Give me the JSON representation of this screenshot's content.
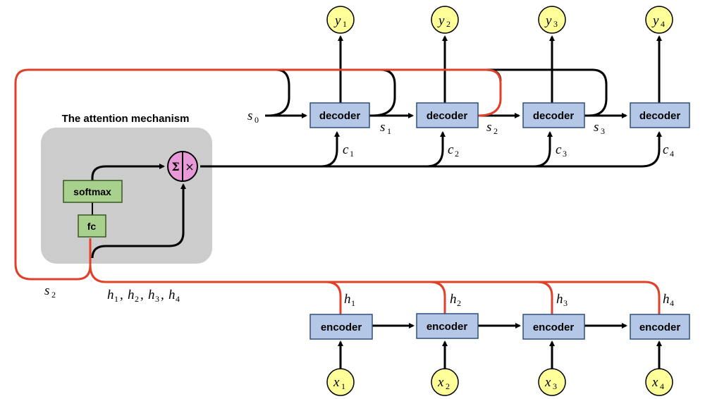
{
  "attention_title": "The attention mechanism",
  "blocks": {
    "decoder": "decoder",
    "encoder": "encoder",
    "softmax": "softmax",
    "fc": "fc"
  },
  "combine": {
    "sum": "Σ",
    "times": "×"
  },
  "outputs": [
    {
      "sym": "y",
      "sub": "1"
    },
    {
      "sym": "y",
      "sub": "2"
    },
    {
      "sym": "y",
      "sub": "3"
    },
    {
      "sym": "y",
      "sub": "4"
    }
  ],
  "inputs": [
    {
      "sym": "x",
      "sub": "1"
    },
    {
      "sym": "x",
      "sub": "2"
    },
    {
      "sym": "x",
      "sub": "3"
    },
    {
      "sym": "x",
      "sub": "4"
    }
  ],
  "states": [
    {
      "sym": "s",
      "sub": "0"
    },
    {
      "sym": "s",
      "sub": "1"
    },
    {
      "sym": "s",
      "sub": "2"
    },
    {
      "sym": "s",
      "sub": "3"
    }
  ],
  "contexts": [
    {
      "sym": "c",
      "sub": "1"
    },
    {
      "sym": "c",
      "sub": "2"
    },
    {
      "sym": "c",
      "sub": "3"
    },
    {
      "sym": "c",
      "sub": "4"
    }
  ],
  "hidden": [
    {
      "sym": "h",
      "sub": "1"
    },
    {
      "sym": "h",
      "sub": "2"
    },
    {
      "sym": "h",
      "sub": "3"
    },
    {
      "sym": "h",
      "sub": "4"
    }
  ],
  "feedback_state": {
    "sym": "s",
    "sub": "2"
  },
  "hidden_list": [
    {
      "sym": "h",
      "sub": "1"
    },
    {
      "sym": "h",
      "sub": "2"
    },
    {
      "sym": "h",
      "sub": "3"
    },
    {
      "sym": "h",
      "sub": "4"
    }
  ]
}
